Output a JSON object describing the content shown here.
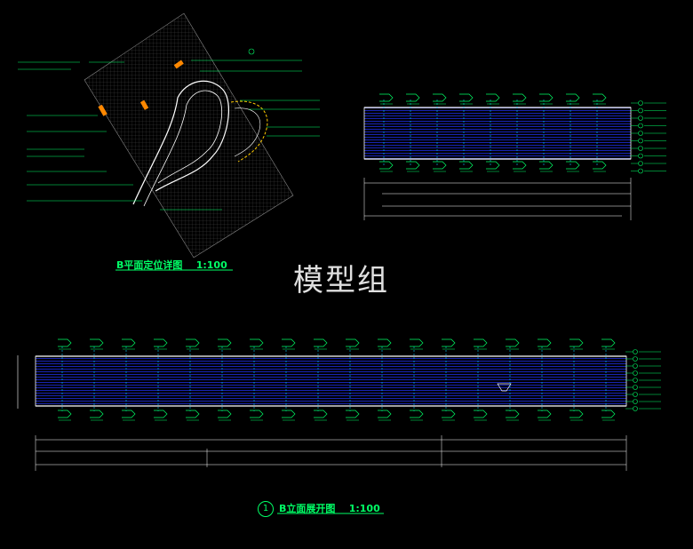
{
  "plan": {
    "title": "B平面定位详图",
    "scale": "1:100"
  },
  "elevation": {
    "number": "1",
    "title": "B立面展开图",
    "scale": "1:100"
  },
  "watermark": "模型组",
  "colors": {
    "background": "#000000",
    "cad_green": "#00ff66",
    "cad_blue": "#2233ff",
    "cad_white": "#ffffff",
    "cad_cyan": "#00d0ff",
    "cad_yellow": "#ffcc00",
    "cad_orange": "#ff8800"
  }
}
